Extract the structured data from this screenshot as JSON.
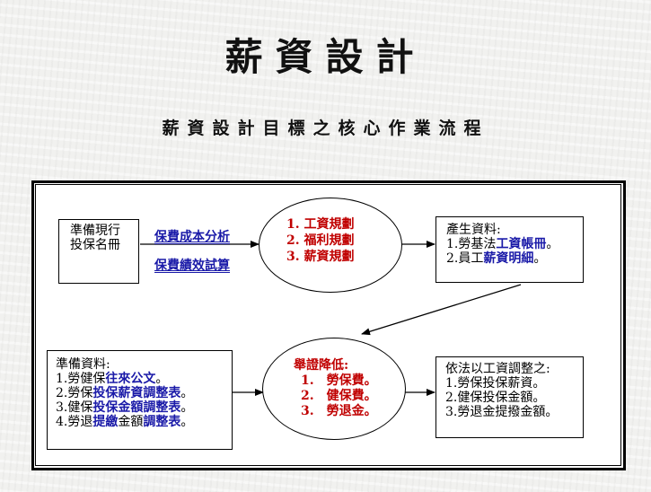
{
  "title": "薪資設計",
  "subtitle": "薪資設計目標之核心作業流程",
  "box_prepare": {
    "line1": "準備現行",
    "line2": "投保名冊"
  },
  "links": {
    "cost_analysis": "保費成本分析",
    "benefit_trial": "保費績效試算"
  },
  "ellipse_plan": {
    "items": [
      "1. 工資規劃",
      "2. 福利規劃",
      "3. 薪資規劃"
    ]
  },
  "box_produce": {
    "heading": "產生資料:",
    "item1_pre": "1.勞基法",
    "item1_em": "工資帳冊",
    "item1_post": "。",
    "item2_pre": "2.員工",
    "item2_em": "薪資明細",
    "item2_post": "。"
  },
  "box_docs": {
    "heading": "準備資料:",
    "item1_pre": "1.勞健保",
    "item1_em": "往來公文",
    "item1_post": "。",
    "item2_pre": "2.勞保",
    "item2_em": "投保薪資",
    "item2_mid": "調整表",
    "item2_post": "。",
    "item3_pre": "3.健保",
    "item3_em": "投保金額",
    "item3_mid": "調整表",
    "item3_post": "。",
    "item4_pre": "4.勞退",
    "item4_em": "提繳",
    "item4_plain": "金額",
    "item4_mid": "調整表",
    "item4_post": "。"
  },
  "ellipse_reduce": {
    "heading": "舉證降低:",
    "items": [
      "1.　勞保費。",
      "2.　健保費。",
      "3.　勞退金。"
    ]
  },
  "box_adjust": {
    "heading": "依法以工資調整之:",
    "items": [
      "1.勞保投保薪資。",
      "2.健保投保金額。",
      "3.勞退金提撥金額。"
    ]
  }
}
